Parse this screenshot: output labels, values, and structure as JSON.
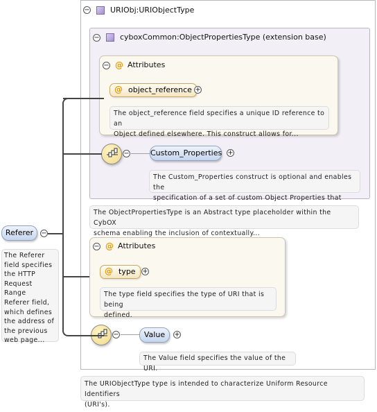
{
  "root_element": {
    "label": "Referer",
    "doc": "The Referer\nfield specifies\nthe HTTP\nRequest Range\nReferer field,\nwhich defines\nthe address of\nthe previous\nweb page..."
  },
  "type": {
    "label": "URIObj:URIObjectType",
    "doc": "The URIObjectType type is intended to characterize Uniform Resource Identifiers\n(URI's)."
  },
  "extension": {
    "label": "cyboxCommon:ObjectPropertiesType (extension base)",
    "doc": "The ObjectPropertiesType is an Abstract type placeholder within the CybOX\nschema enabling the inclusion of contextually...",
    "attributes": {
      "label": "Attributes",
      "items": [
        {
          "name": "object_reference",
          "doc": "The object_reference field specifies a unique ID reference to an\nObject defined elsewhere. This construct allows for..."
        }
      ]
    },
    "element": {
      "name": "Custom_Properties",
      "doc": "The Custom_Properties construct is optional and enables the\nspecification of a set of custom Object Properties that may..."
    }
  },
  "own_attributes": {
    "label": "Attributes",
    "items": [
      {
        "name": "type",
        "doc": "The type field specifies the type of URI that is being\ndefined."
      }
    ]
  },
  "value_element": {
    "name": "Value",
    "doc": "The Value field specifies the value of the URI."
  },
  "icons": {
    "collapse": "minus-circle-icon",
    "expand": "plus-circle-icon",
    "complex_type": "complex-type-icon",
    "attribute": "at-sign-icon",
    "sequence": "sequence-compositor-icon"
  },
  "colors": {
    "attribute_accent": "#e59a00",
    "element_pill": "#c6d6ee",
    "extension_bg": "#f2f0f6",
    "attributes_bg": "#fbf8ef"
  }
}
